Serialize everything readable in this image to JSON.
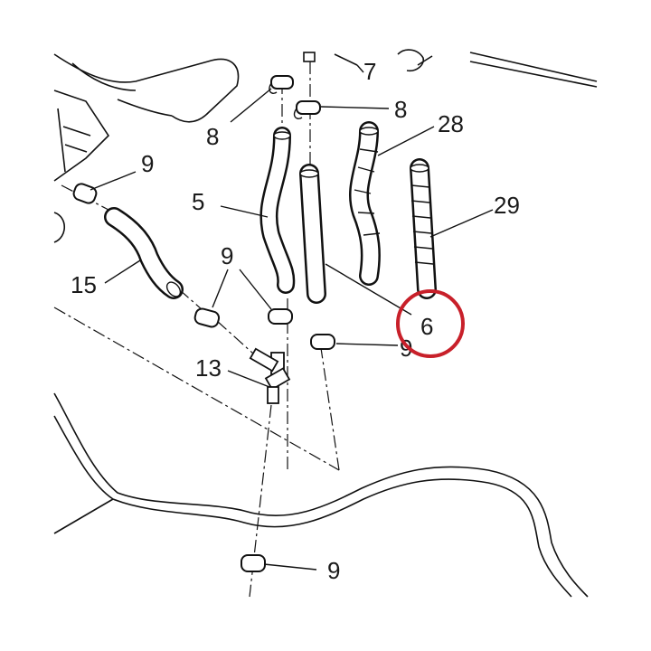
{
  "highlight_color": "#c8202a",
  "callouts": [
    {
      "id": "7",
      "text": "7"
    },
    {
      "id": "8a",
      "text": "8"
    },
    {
      "id": "8b",
      "text": "8"
    },
    {
      "id": "28",
      "text": "28"
    },
    {
      "id": "9a",
      "text": "9"
    },
    {
      "id": "5",
      "text": "5"
    },
    {
      "id": "29",
      "text": "29"
    },
    {
      "id": "9b",
      "text": "9"
    },
    {
      "id": "15",
      "text": "15"
    },
    {
      "id": "6",
      "text": "6"
    },
    {
      "id": "9c",
      "text": "9"
    },
    {
      "id": "13",
      "text": "13"
    },
    {
      "id": "9d",
      "text": "9"
    }
  ]
}
